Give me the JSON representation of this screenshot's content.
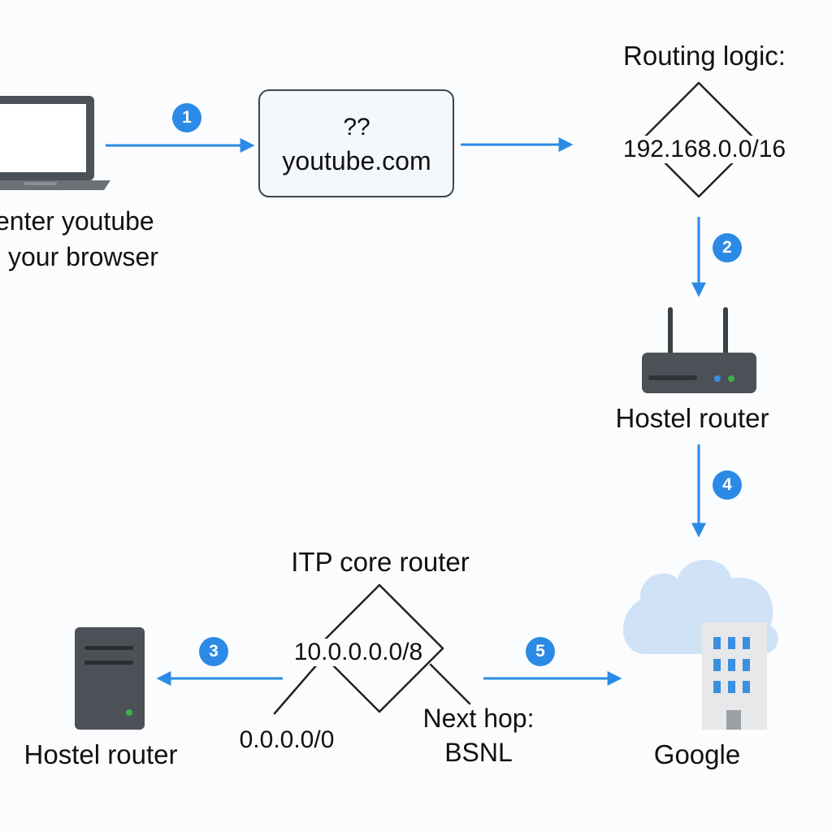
{
  "colors": {
    "accent": "#2b8ae6",
    "device_dark": "#4b5157",
    "box_border": "#3d4852",
    "cloud": "#cfe2f6",
    "building": "#e6e8ea",
    "window": "#3a8fe0"
  },
  "laptop": {
    "icon": "laptop-icon",
    "caption_line1": "enter youtube",
    "caption_line2": "your browser"
  },
  "dns_box": {
    "line1": "??",
    "line2": "youtube.com"
  },
  "routing": {
    "title": "Routing logic:",
    "subnet": "192.168.0.0/16"
  },
  "hostel_router_top": {
    "icon": "router-icon",
    "label": "Hostel router"
  },
  "core_router": {
    "title": "ITP core router",
    "subnet": "10.0.0.0.0/8",
    "default_route": "0.0.0.0/0",
    "next_hop_line1": "Next hop:",
    "next_hop_line2": "BSNL"
  },
  "hostel_router_bottom": {
    "icon": "server-icon",
    "label": "Hostel router"
  },
  "google": {
    "icon": "cloud-building-icon",
    "label": "Google"
  },
  "steps": [
    "1",
    "2",
    "3",
    "4",
    "5"
  ]
}
